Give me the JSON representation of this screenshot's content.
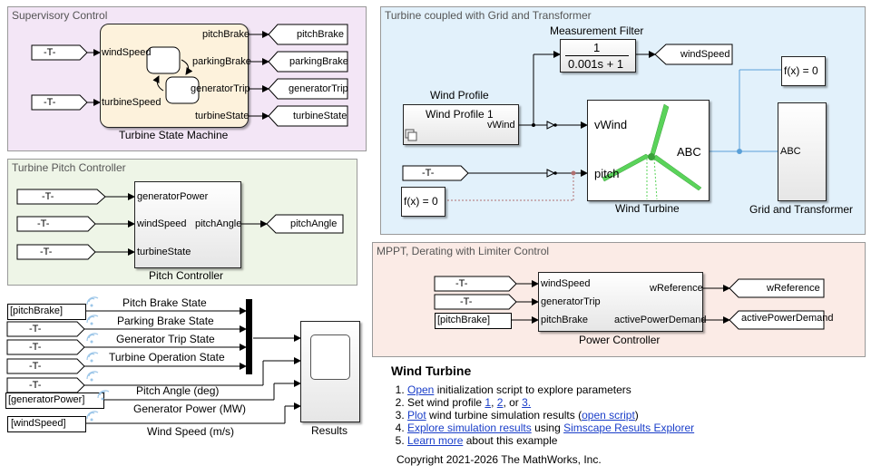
{
  "colors": {
    "supervisory_bg": "#f3e6f6",
    "pitch_bg": "#eef5e7",
    "turbine_bg": "#e2f1fb",
    "mppt_bg": "#fbebe6",
    "state_machine_bg": "#fdf2dc",
    "link": "#1a3ec9",
    "blade": "#5ad35a"
  },
  "areas": {
    "supervisory": "Supervisory Control",
    "pitch": "Turbine Pitch Controller",
    "turbine": "Turbine coupled with Grid and Transformer",
    "mppt": "MPPT, Derating with Limiter Control"
  },
  "goto_symbol": "-T-",
  "state_machine": {
    "caption": "Turbine State Machine",
    "inputs": [
      "windSpeed",
      "turbineSpeed"
    ],
    "outputs": [
      "pitchBrake",
      "parkingBrake",
      "generatorTrip",
      "turbineState"
    ]
  },
  "supervisory_gotos": [
    "pitchBrake",
    "parkingBrake",
    "generatorTrip",
    "turbineState"
  ],
  "pitch_controller": {
    "caption": "Pitch Controller",
    "inputs": [
      "generatorPower",
      "windSpeed",
      "turbineState"
    ],
    "output": "pitchAngle"
  },
  "turbine_area": {
    "filter_title": "Measurement Filter",
    "filter_num": "1",
    "filter_den": "0.001s + 1",
    "filter_goto": "windSpeed",
    "wind_profile_title": "Wind Profile",
    "wind_profile_block": "Wind Profile 1",
    "wind_profile_port": "vWind",
    "fx_label": "f(x) = 0",
    "turbine_ports": [
      "vWind",
      "pitch"
    ],
    "turbine_out": "ABC",
    "turbine_caption": "Wind Turbine",
    "grid_port": "ABC",
    "grid_caption": "Grid and Transformer"
  },
  "power_controller": {
    "caption": "Power Controller",
    "inputs": [
      "windSpeed",
      "generatorTrip",
      "pitchBrake"
    ],
    "outputs": [
      "wReference",
      "activePowerDemand"
    ],
    "from_pitchbrake": "[pitchBrake]",
    "gotos": [
      "wReference",
      "activePowerDemand"
    ]
  },
  "results": {
    "froms": [
      "[pitchBrake]",
      "-T-",
      "-T-",
      "-T-",
      "-T-",
      "[generatorPower]",
      "[windSpeed]"
    ],
    "signals": [
      "Pitch Brake State",
      "Parking Brake State",
      "Generator Trip State",
      "Turbine Operation State",
      "Pitch Angle (deg)",
      "Generator Power (MW)",
      "Wind Speed (m/s)"
    ],
    "scope_caption": "Results"
  },
  "info": {
    "title": "Wind Turbine",
    "item1_link": "Open",
    "item1_text": " initialization script to explore parameters",
    "item2_text": "Set wind profile ",
    "item2_links": [
      "1",
      "2",
      "3."
    ],
    "item2_sep1": ", ",
    "item2_sep2": ", or ",
    "item3_link": "Plot",
    "item3_text": " wind turbine simulation results (",
    "item3_link2": "open script",
    "item3_end": ")",
    "item4_link": "Explore simulation results",
    "item4_text": " using ",
    "item4_link2": "Simscape Results Explorer",
    "item5_link": "Learn more",
    "item5_text": " about this example",
    "copyright": "Copyright 2021-2026 The MathWorks, Inc."
  }
}
